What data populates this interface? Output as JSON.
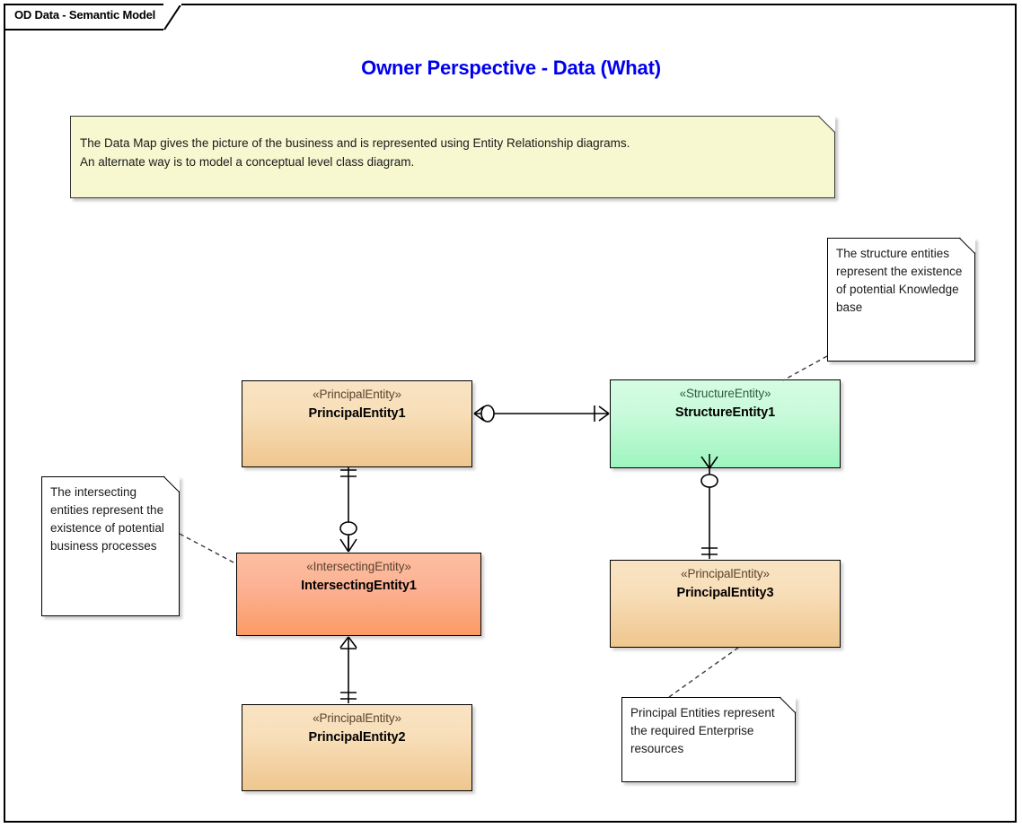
{
  "window": {
    "diagram_tab_label": "OD Data - Semantic Model"
  },
  "page": {
    "title": "Owner Perspective - Data (What)",
    "title_color": "#0000EE"
  },
  "header_note": {
    "line1": "The Data Map gives the picture of the business and is represented using Entity Relationship diagrams.",
    "line2": "An alternate way is to model a conceptual level class diagram.",
    "background_color": "#F7F7D0"
  },
  "notes": [
    {
      "id": "note-structure",
      "text": "The structure entities represent the existence of potential Knowledge base",
      "anchor": "StructureEntity1"
    },
    {
      "id": "note-intersect",
      "text": "The intersecting entities represent the existence of potential business processes",
      "anchor": "IntersectingEntity1"
    },
    {
      "id": "note-principal",
      "text": "Principal Entities represent the required Enterprise resources",
      "anchor": "PrincipalEntity3"
    }
  ],
  "entities": [
    {
      "id": "pe1",
      "stereotype": "«PrincipalEntity»",
      "name": "PrincipalEntity1",
      "fill_top": "#F9E3C2",
      "fill_bottom": "#EFC68E"
    },
    {
      "id": "se1",
      "stereotype": "«StructureEntity»",
      "name": "StructureEntity1",
      "fill_top": "#D6FCE2",
      "fill_bottom": "#9EF5BF"
    },
    {
      "id": "ie1",
      "stereotype": "«IntersectingEntity»",
      "name": "IntersectingEntity1",
      "fill_top": "#FDBEA0",
      "fill_bottom": "#FB9B65"
    },
    {
      "id": "pe3",
      "stereotype": "«PrincipalEntity»",
      "name": "PrincipalEntity3",
      "fill_top": "#F9E3C2",
      "fill_bottom": "#EFC68E"
    },
    {
      "id": "pe2",
      "stereotype": "«PrincipalEntity»",
      "name": "PrincipalEntity2",
      "fill_top": "#F9E3C2",
      "fill_bottom": "#EFC68E"
    }
  ],
  "relationships": [
    {
      "from": "PrincipalEntity1",
      "to": "StructureEntity1",
      "from_cardinality": "zero-or-many",
      "to_cardinality": "one-or-many",
      "orientation": "horizontal"
    },
    {
      "from": "PrincipalEntity1",
      "to": "IntersectingEntity1",
      "from_cardinality": "exactly-one",
      "to_cardinality": "zero-or-many",
      "orientation": "vertical"
    },
    {
      "from": "IntersectingEntity1",
      "to": "PrincipalEntity2",
      "from_cardinality": "one-or-many",
      "to_cardinality": "exactly-one",
      "orientation": "vertical"
    },
    {
      "from": "StructureEntity1",
      "to": "PrincipalEntity3",
      "from_cardinality": "zero-or-many",
      "to_cardinality": "exactly-one",
      "orientation": "vertical"
    }
  ]
}
